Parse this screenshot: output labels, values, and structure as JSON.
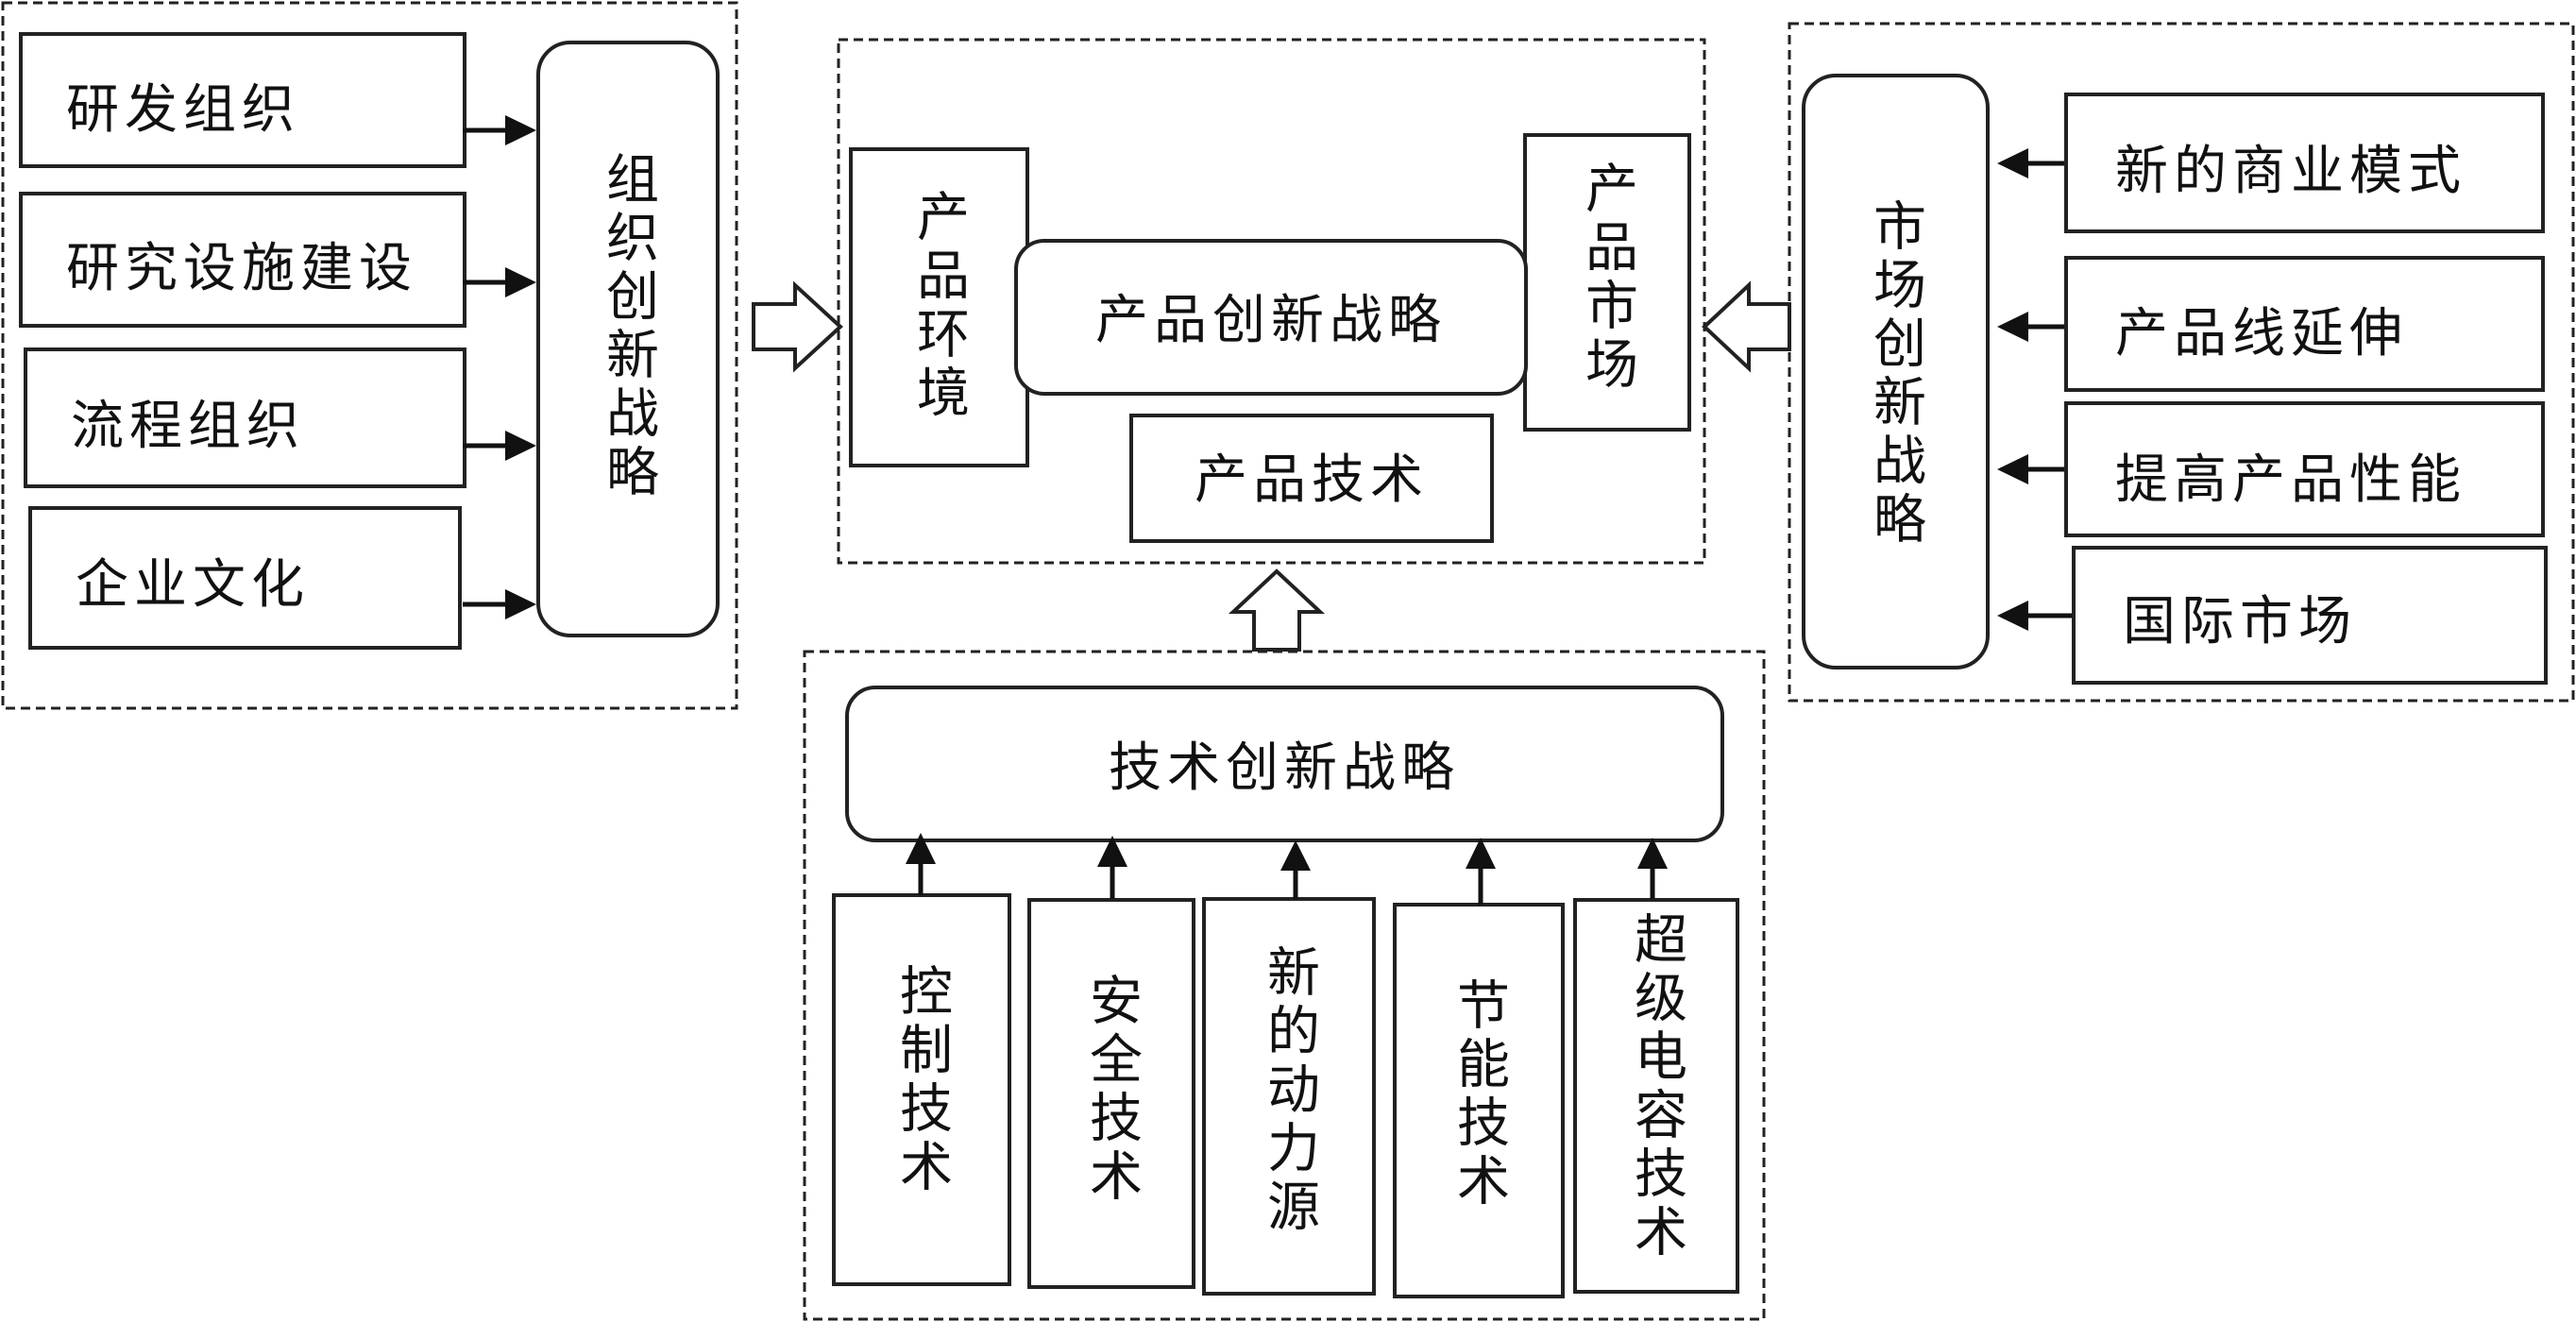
{
  "organization": {
    "items": [
      "研发组织",
      "研究设施建设",
      "流程组织",
      "企业文化"
    ],
    "strategy": "组织创新战略"
  },
  "product": {
    "environment": "产品环境",
    "strategy": "产品创新战略",
    "market": "产品市场",
    "technology": "产品技术"
  },
  "market": {
    "strategy": "市场创新战略",
    "items": [
      "新的商业模式",
      "产品线延伸",
      "提高产品性能",
      "国际市场"
    ]
  },
  "technology": {
    "strategy": "技术创新战略",
    "items": [
      "控制技术",
      "安全技术",
      "新的动力源",
      "节能技术",
      "超级电容技术"
    ]
  },
  "colors": {
    "stroke": "#222222",
    "background": "#ffffff"
  }
}
